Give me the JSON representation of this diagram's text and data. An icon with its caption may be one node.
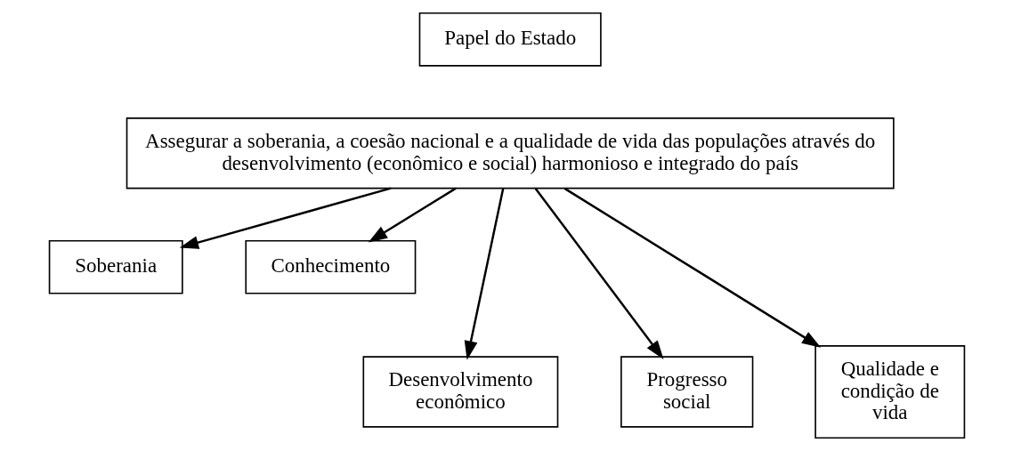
{
  "diagram": {
    "nodes": [
      {
        "text": [
          "Papel do Estado"
        ]
      },
      {
        "text": [
          "Assegurar a soberania, a coesão nacional e a qualidade de vida das populações através do desenvolvimento (econômico e social) harmonioso e integrado do país"
        ]
      },
      {
        "text": [
          "Soberania"
        ]
      },
      {
        "text": [
          "Conhecimento"
        ]
      },
      {
        "text": [
          "Desenvolvimento econômico"
        ]
      },
      {
        "text": [
          "Progresso social"
        ]
      },
      {
        "text": [
          "Qualidade e condição de vida"
        ]
      }
    ],
    "edges": [
      {
        "from": 1,
        "to": 2,
        "arrow": "to"
      },
      {
        "from": 1,
        "to": 4,
        "arrow": "to"
      },
      {
        "from": 1,
        "to": 5,
        "arrow": "to"
      },
      {
        "from": 1,
        "to": 6,
        "arrow": "to"
      },
      {
        "from": 1,
        "to": 3,
        "arrow": "to"
      }
    ]
  }
}
